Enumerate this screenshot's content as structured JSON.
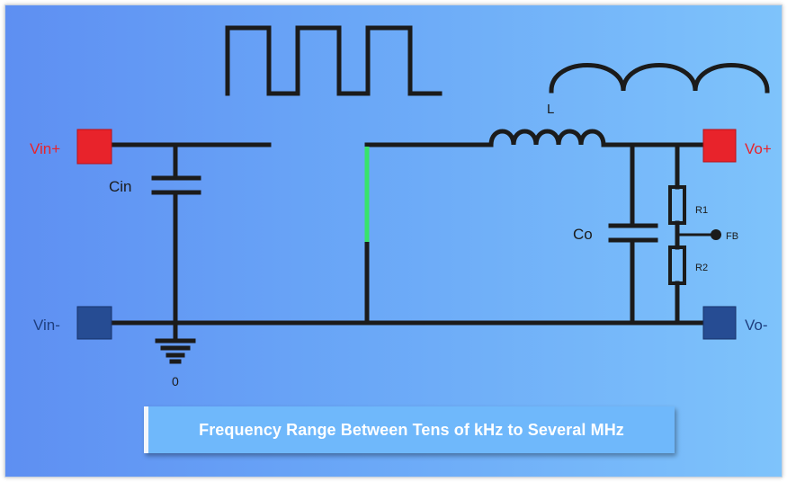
{
  "labels": {
    "vin_plus": "Vin+",
    "vin_minus": "Vin-",
    "vo_plus": "Vo+",
    "vo_minus": "Vo-",
    "cin": "Cin",
    "inductor": "L",
    "co": "Co",
    "r1": "R1",
    "r2": "R2",
    "fb": "FB",
    "ground": "0"
  },
  "caption": "Frequency Range Between Tens of kHz to Several MHz",
  "colors": {
    "positive_terminal": "#e8232b",
    "negative_terminal": "#234a91",
    "switch_on": "#38e36a",
    "wire": "#1b1b1b"
  }
}
